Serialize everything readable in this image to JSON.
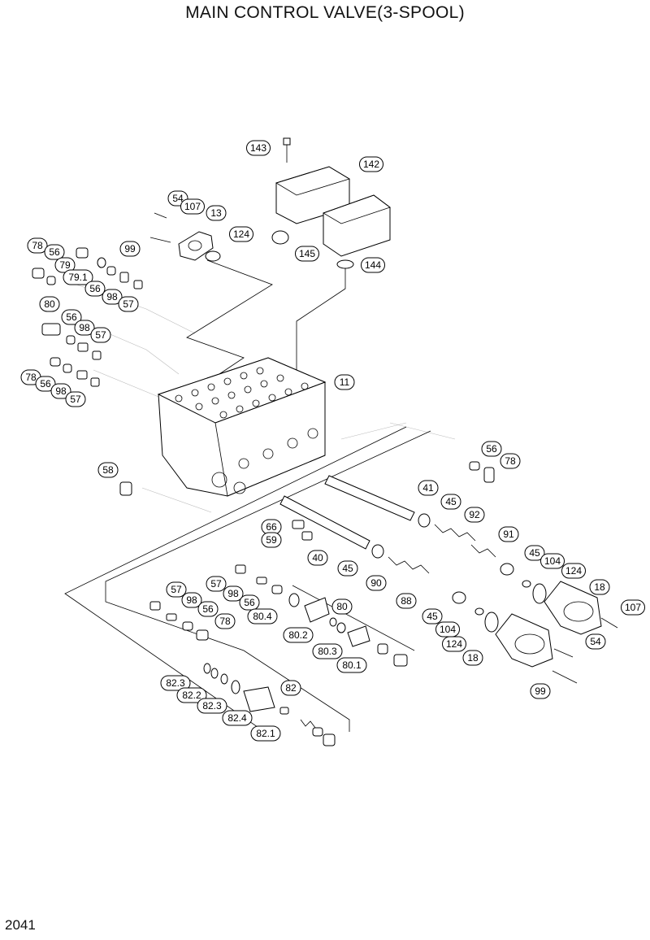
{
  "title": "MAIN CONTROL VALVE(3-SPOOL)",
  "page_number": "2041",
  "callouts": [
    "143",
    "142",
    "54",
    "107",
    "13",
    "124",
    "99",
    "145",
    "144",
    "78",
    "56",
    "79",
    "79.1",
    "56",
    "98",
    "57",
    "80",
    "56",
    "98",
    "57",
    "78",
    "56",
    "98",
    "57",
    "11",
    "58",
    "56",
    "78",
    "41",
    "45",
    "92",
    "91",
    "66",
    "59",
    "40",
    "45",
    "45",
    "104",
    "124",
    "18",
    "90",
    "88",
    "107",
    "57",
    "57",
    "98",
    "98",
    "56",
    "56",
    "78",
    "80",
    "80.4",
    "80.2",
    "80.3",
    "80.1",
    "45",
    "104",
    "124",
    "54",
    "18",
    "99",
    "82.3",
    "82.2",
    "82.3",
    "82.4",
    "82",
    "82.1"
  ]
}
